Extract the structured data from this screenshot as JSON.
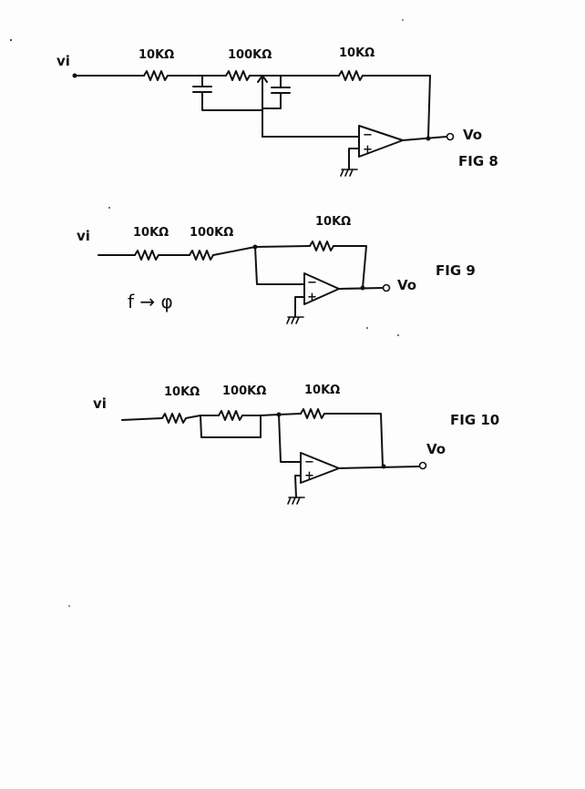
{
  "fig8": {
    "input_label": "vi",
    "r1_label": "10KΩ",
    "r2_label": "100KΩ",
    "r3_label": "10KΩ",
    "output_label": "Vo",
    "caption": "FIG 8",
    "opamp_minus": "−",
    "opamp_plus": "+"
  },
  "fig9": {
    "input_label": "vi",
    "r1_label": "10KΩ",
    "r2_label": "100KΩ",
    "r3_label": "10KΩ",
    "output_label": "Vo",
    "caption": "FIG 9",
    "note": "f → φ",
    "opamp_minus": "−",
    "opamp_plus": "+"
  },
  "fig10": {
    "input_label": "vi",
    "r1_label": "10KΩ",
    "r2_label": "100KΩ",
    "r3_label": "10KΩ",
    "output_label": "Vo",
    "caption": "FIG 10",
    "opamp_minus": "−",
    "opamp_plus": "+"
  }
}
